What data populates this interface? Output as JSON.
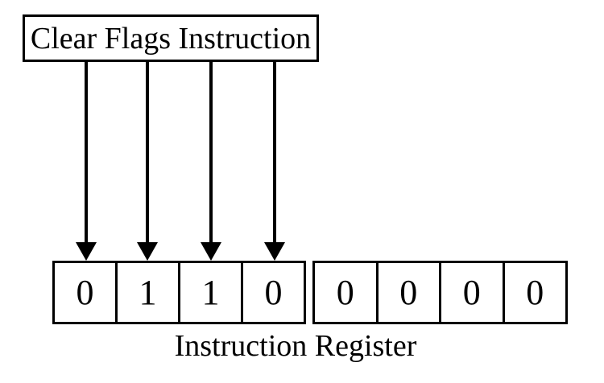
{
  "instruction_box": {
    "label": "Clear Flags Instruction"
  },
  "register": {
    "label": "Instruction Register",
    "bits": [
      "0",
      "1",
      "1",
      "0",
      "0",
      "0",
      "0",
      "0"
    ]
  },
  "arrows": {
    "count": 4,
    "direction": "down"
  },
  "colors": {
    "line": "#000000",
    "background": "#ffffff",
    "text": "#000000"
  }
}
